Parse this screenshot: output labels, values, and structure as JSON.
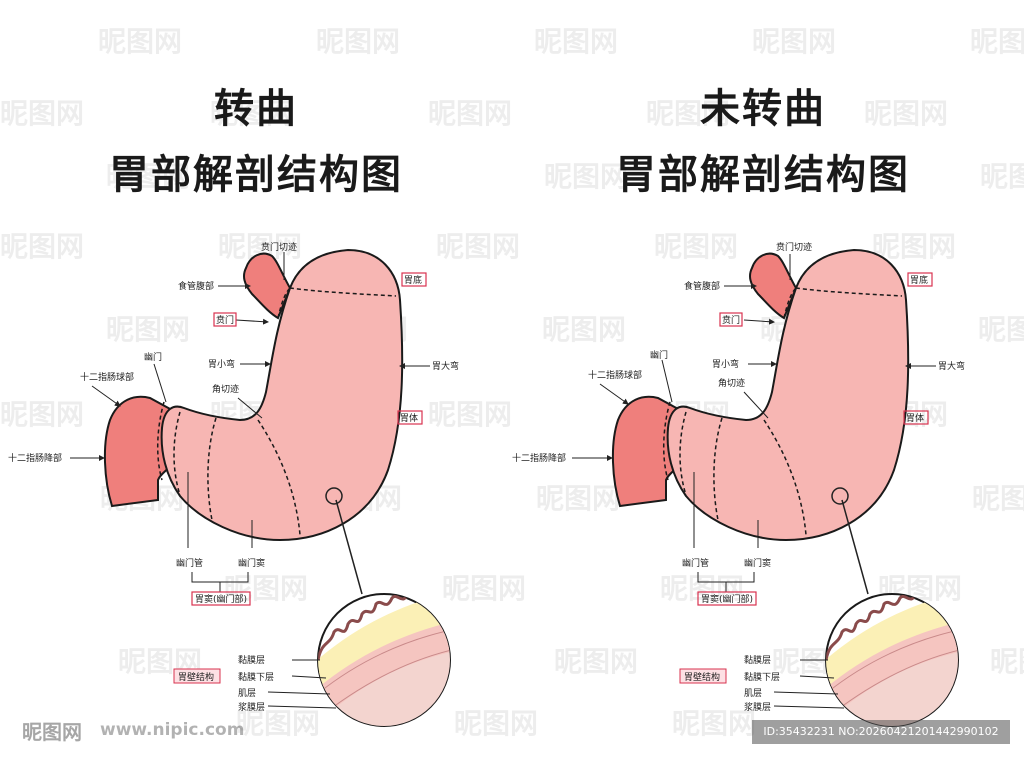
{
  "watermark": "昵图网",
  "footer": {
    "logo": "昵图网",
    "url": "www.nipic.com",
    "id_text": "ID:35432231 NO:20260421201442990102"
  },
  "colors": {
    "stomach_fill": "#f7b6b3",
    "esophagus_fill": "#ef7f7c",
    "duodenum_fill": "#ef7f7c",
    "outline": "#1a1a1a",
    "highlight_box": "#d8334f",
    "layer_yellow": "#fbf0b6",
    "layer_pink": "#f5c5c0"
  },
  "left_panel": {
    "title_line1": "转曲",
    "title_line2": "胃部解剖结构图",
    "labels": {
      "cardiac_notch": "贲门切迹",
      "abdominal_esophagus": "食管腹部",
      "fundus": "胃底",
      "cardia": "贲门",
      "lesser_curvature": "胃小弯",
      "greater_curvature": "胃大弯",
      "pylorus": "幽门",
      "duodenal_bulb": "十二指肠球部",
      "angular_notch": "角切迹",
      "body": "胃体",
      "descending_duodenum": "十二指肠降部",
      "pyloric_canal": "幽门管",
      "pyloric_antrum": "幽门窦",
      "pyloric_part": "胃窦(幽门部)",
      "mucosa": "黏膜层",
      "wall_structure": "胃壁结构",
      "submucosa": "黏膜下层",
      "muscularis": "肌层",
      "serosa": "浆膜层"
    }
  },
  "right_panel": {
    "title_line1": "未转曲",
    "title_line2": "胃部解剖结构图",
    "labels": {
      "cardiac_notch": "贲门切迹",
      "abdominal_esophagus": "食管腹部",
      "fundus": "胃底",
      "cardia": "贲门",
      "lesser_curvature": "胃小弯",
      "greater_curvature": "胃大弯",
      "pylorus": "幽门",
      "duodenal_bulb": "十二指肠球部",
      "angular_notch": "角切迹",
      "body": "胃体",
      "descending_duodenum": "十二指肠降部",
      "pyloric_canal": "幽门管",
      "pyloric_antrum": "幽门窦",
      "pyloric_part": "胃窦(幽门部)",
      "mucosa": "黏膜层",
      "wall_structure": "胃壁结构",
      "submucosa": "黏膜下层",
      "muscularis": "肌层",
      "serosa": "浆膜层"
    }
  }
}
